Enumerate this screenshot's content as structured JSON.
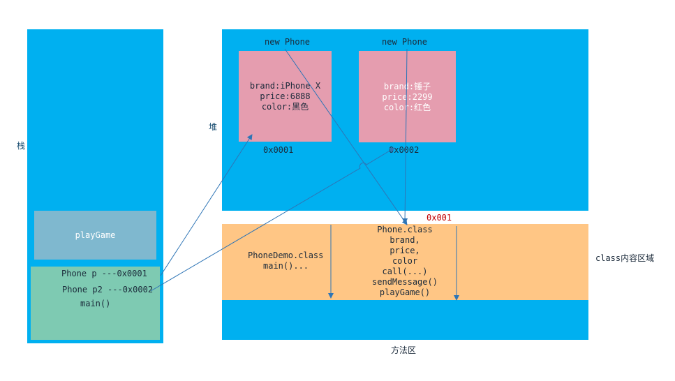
{
  "stack": {
    "label": "栈",
    "play_game": "playGame",
    "main_frame": {
      "line1": "Phone p ---0x0001",
      "line2": "Phone p2 ---0x0002",
      "line3": "main()"
    }
  },
  "heap": {
    "label": "堆",
    "objects": [
      {
        "new_label": "new Phone",
        "lines": [
          "brand:iPhone X",
          "price:6888",
          "color:黑色"
        ],
        "address": "0x0001"
      },
      {
        "new_label": "new Phone",
        "lines": [
          "brand:锤子",
          "price:2299",
          "color:红色"
        ],
        "address": "0x0002"
      }
    ]
  },
  "method_area": {
    "label": "方法区",
    "content_label": "class内容区域",
    "address": "0x001",
    "phone_demo": [
      "PhoneDemo.class",
      "main()..."
    ],
    "phone_class": [
      "Phone.class",
      "brand,",
      "price,",
      "color",
      "call(...)",
      "sendMessage()",
      "playGame()"
    ]
  },
  "colors": {
    "region_blue": "#00b0f0",
    "object_pink": "#e59daf",
    "class_orange": "#ffc685",
    "playgame_steel": "#7fb8cf",
    "main_teal": "#7ecab2",
    "arrow": "#2e75b6",
    "address_red": "#c00000",
    "text_dark": "#1b2a3a"
  }
}
